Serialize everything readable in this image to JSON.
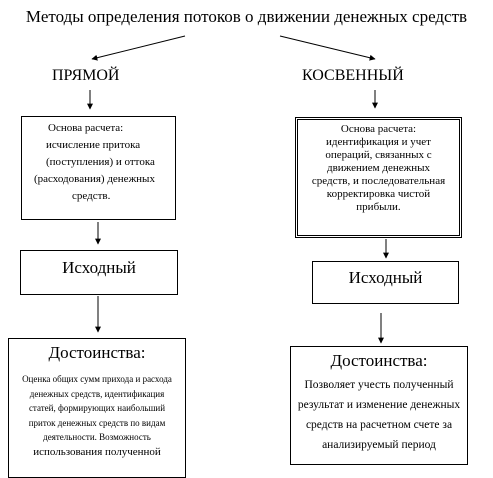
{
  "title": "Методы определения потоков  о  движении денежных средств",
  "direct": {
    "label": "ПРЯМОЙ",
    "basis_lines": [
      "Основа расчета:",
      "исчисление притока",
      "(поступления) и оттока",
      "(расходования) денежных",
      "средств."
    ],
    "initial": "Исходный",
    "advantages_title": "Достоинства:",
    "advantages_lines": [
      "Оценка общих сумм  прихода и  расхода",
      "денежных средств, идентификация",
      "статей, формирующих наибольший",
      "приток денежных средств по видам",
      "деятельности. Возможность",
      "использования полученной"
    ]
  },
  "indirect": {
    "label": "КОСВЕННЫЙ",
    "basis_lines": [
      "Основа расчета:",
      "идентификация и учет",
      "операций, связанных  с",
      "движением денежных",
      "средств, и последовательная",
      "корректировка чистой",
      "прибыли."
    ],
    "initial": "Исходный",
    "advantages_title": "Достоинства:",
    "advantages_lines": [
      "Позволяет учесть полученный",
      "результат и изменение денежных",
      "средств на расчетном счете за",
      "анализируемый период"
    ],
    "advantages_underlined_word": "рассчетном"
  }
}
